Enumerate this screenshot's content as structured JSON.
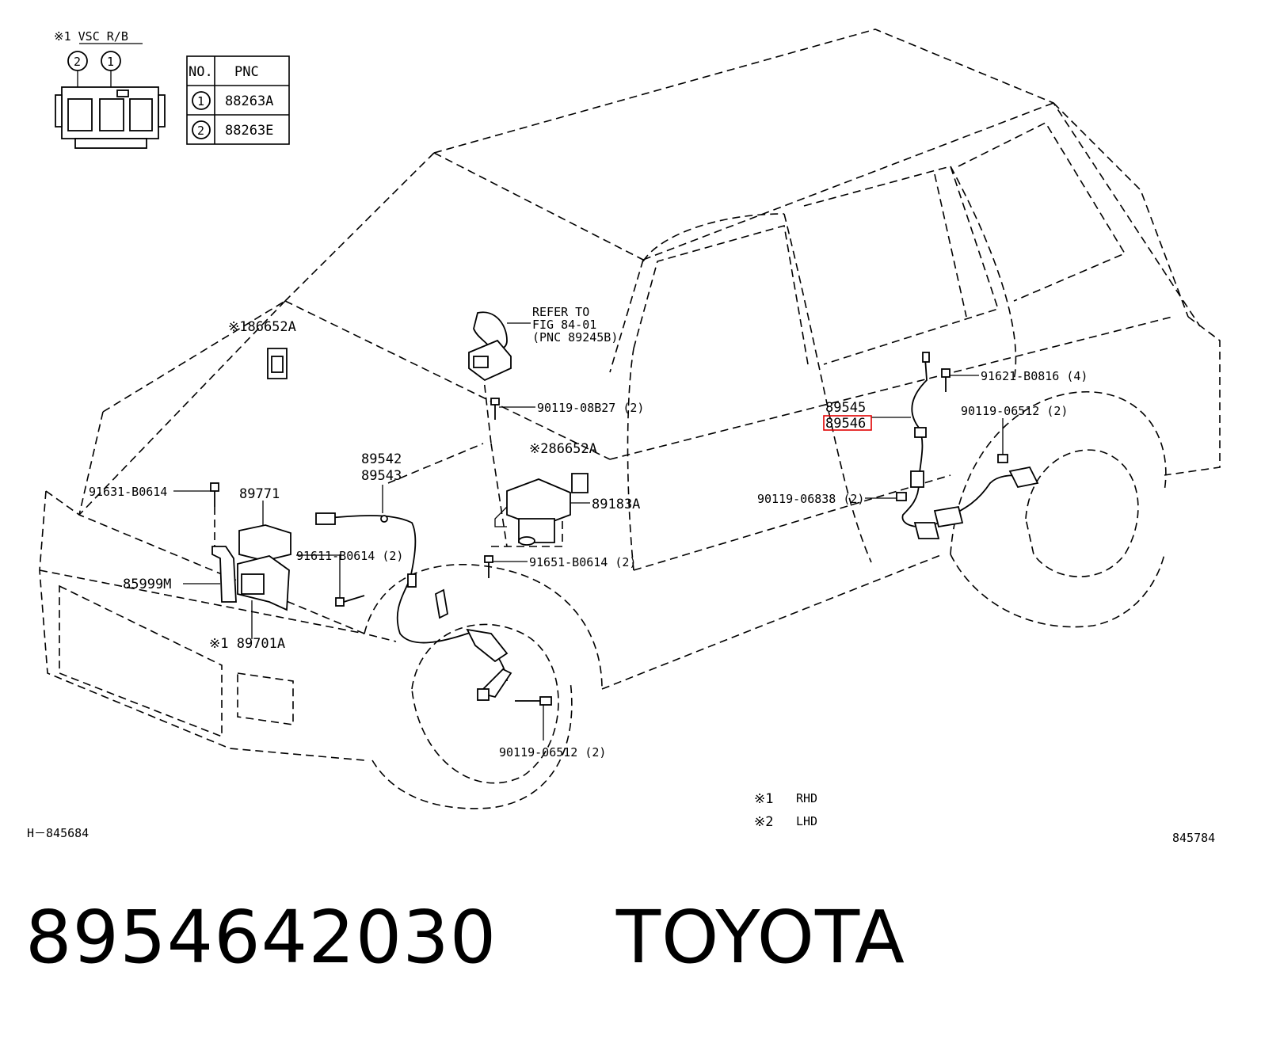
{
  "connector_header": "※1 VSC R/B",
  "connector_numbers": [
    "2",
    "1"
  ],
  "table": {
    "headers": [
      "NO.",
      "PNC"
    ],
    "rows": [
      {
        "no": "1",
        "pnc": "88263A"
      },
      {
        "no": "2",
        "pnc": "88263E"
      }
    ]
  },
  "callouts": {
    "p186652A": "※186652A",
    "refer1": "REFER TO",
    "refer2": "FIG 84-01",
    "refer3": "(PNC 89245B)",
    "p90119_08B27": "90119-08B27 (2)",
    "p286652A": "※286652A",
    "p89542": "89542",
    "p89543": "89543",
    "p89771": "89771",
    "p91631": "91631-B0614",
    "p85999M": "85999M",
    "p91611": "91611-B0614 (2)",
    "p89701A": "※1 89701A",
    "p89183A": "89183A",
    "p91651": "91651-B0614 (2)",
    "p90119_06512_front": "90119-06512 (2)",
    "p89545": "89545",
    "p89546": "89546",
    "p91621": "91621-B0816 (4)",
    "p90119_06512_rear": "90119-06512 (2)",
    "p90119_06838": "90119-06838 (2)"
  },
  "highlighted_part": "89546",
  "legend": [
    {
      "mark": "※1",
      "text": "RHD"
    },
    {
      "mark": "※2",
      "text": "LHD"
    }
  ],
  "ref_left": "H－845684",
  "ref_right": "845784",
  "footer": {
    "part_number": "8954642030",
    "brand": "TOYOTA"
  }
}
